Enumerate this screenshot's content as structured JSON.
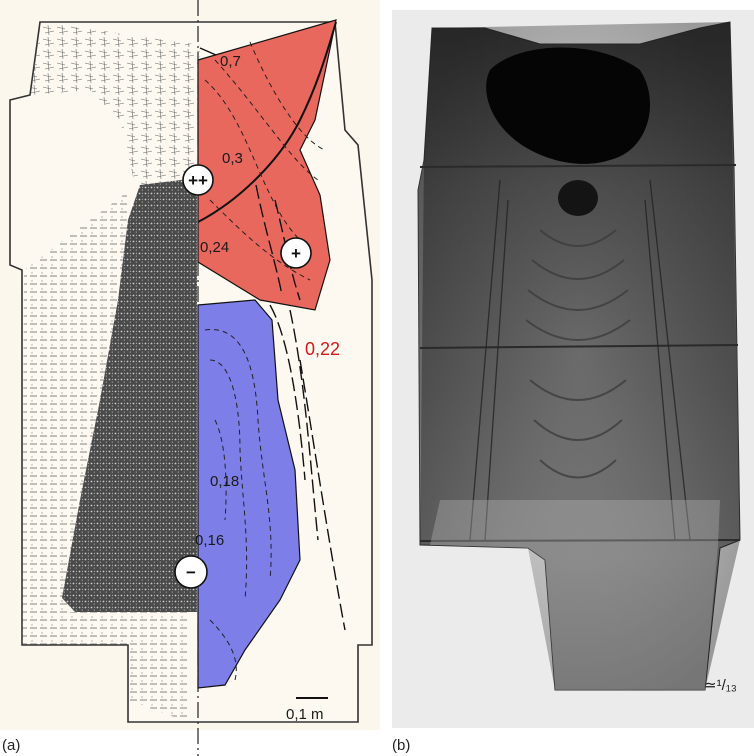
{
  "panel_a": {
    "label": "(a)",
    "contours": [
      "0,7",
      "0,3",
      "0,24",
      "0,18",
      "0,16"
    ],
    "outer_value": "0,22",
    "signs": {
      "plus_plus": "++",
      "plus": "+",
      "minus": "−"
    },
    "scale_bar": "0,1 m",
    "colors": {
      "positive": "#e86a62",
      "negative": "#7f7fe6",
      "paper": "#fdf8ee"
    }
  },
  "panel_b": {
    "label": "(b)",
    "scale": "≃¹/₁₃"
  }
}
